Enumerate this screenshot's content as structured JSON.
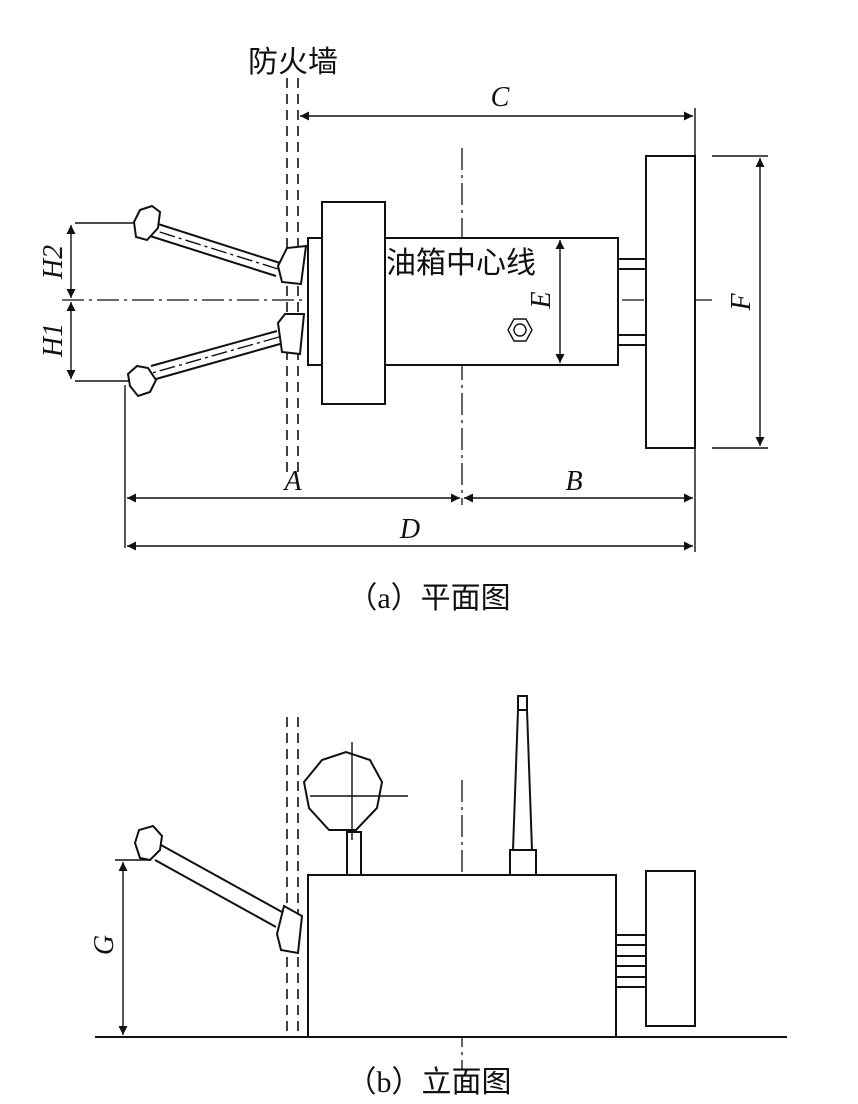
{
  "plan": {
    "firewall_label": "防火墙",
    "oil_tank_centerline_label": "油箱中心线",
    "dims": {
      "A": "A",
      "B": "B",
      "C": "C",
      "D": "D",
      "E": "E",
      "F": "F",
      "H1": "H1",
      "H2": "H2"
    },
    "caption": "（a）平面图"
  },
  "elevation": {
    "dims": {
      "G": "G"
    },
    "caption": "（b）立面图"
  }
}
